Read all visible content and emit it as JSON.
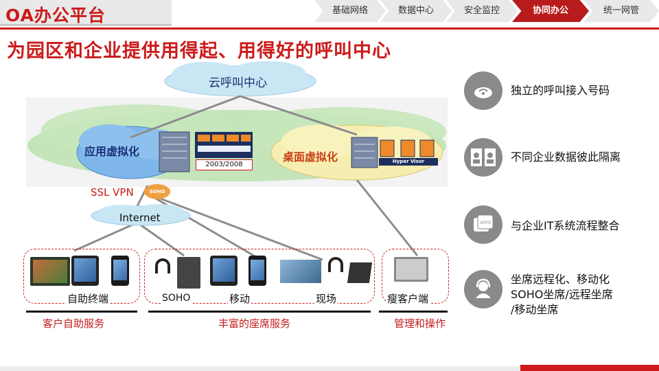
{
  "header": {
    "brand": "OA办公平台",
    "nav": [
      {
        "label": "基础网络",
        "active": false
      },
      {
        "label": "数据中心",
        "active": false
      },
      {
        "label": "安全监控",
        "active": false
      },
      {
        "label": "协同办公",
        "active": true
      },
      {
        "label": "统一网管",
        "active": false
      }
    ]
  },
  "title": "为园区和企业提供用得起、用得好的呼叫中心",
  "diagram": {
    "cloud_top": "云呼叫中心",
    "app_virtualization": "应用虚拟化",
    "desktop_virtualization": "桌面虚拟化",
    "os_version": "2003/2008",
    "hypervisor": "Hyper Visor",
    "ssl_vpn": "SSL VPN",
    "soho_badge": "SOHO",
    "internet": "Internet",
    "groups": {
      "self_service": "自助终端",
      "soho": "SOHO",
      "mobile": "移动",
      "onsite": "现场",
      "thin_client": "瘦客户端"
    },
    "services": {
      "customer": "客户自助服务",
      "seating": "丰富的座席服务",
      "management": "管理和操作"
    }
  },
  "features": [
    {
      "icon": "cloud-signal-icon",
      "text": "独立的呼叫接入号码"
    },
    {
      "icon": "separated-users-icon",
      "text": "不同企业数据彼此隔离"
    },
    {
      "icon": "apps-integration-icon",
      "text": "与企业IT系统流程整合"
    },
    {
      "icon": "headset-agent-icon",
      "lines": [
        "坐席远程化、移动化",
        "SOHO坐席/远程坐席",
        "/移动坐席"
      ]
    }
  ],
  "colors": {
    "accent": "#cc1a1a",
    "nav_active": "#b81b1b",
    "icon_gray": "#8a8a8a"
  }
}
